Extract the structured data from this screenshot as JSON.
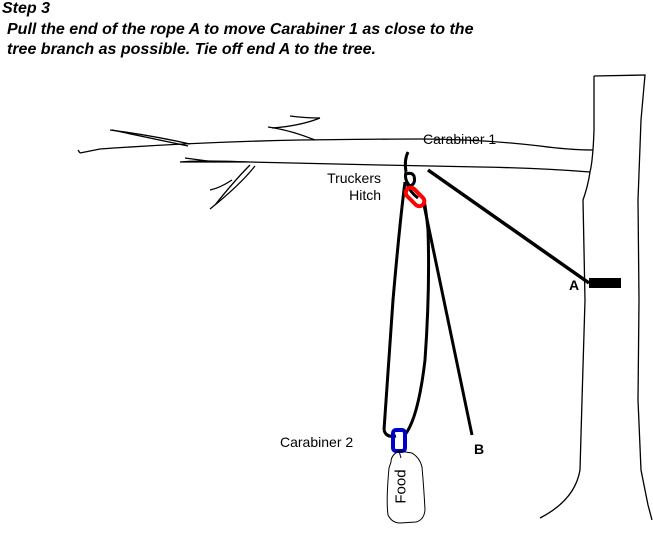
{
  "header": {
    "step": "Step 3",
    "instruction_line1": "Pull the end of the rope A to move Carabiner 1 as close to the",
    "instruction_line2": "tree branch as possible. Tie off end A to the tree."
  },
  "labels": {
    "carabiner1": "Carabiner 1",
    "truckers_hitch_line1": "Truckers",
    "truckers_hitch_line2": "Hitch",
    "point_a": "A",
    "carabiner2": "Carabiner 2",
    "point_b": "B",
    "food": "Food"
  },
  "colors": {
    "outline": "#000000",
    "carabiner1": "#ff0000",
    "carabiner2": "#0000cc",
    "strap": "#000000"
  }
}
